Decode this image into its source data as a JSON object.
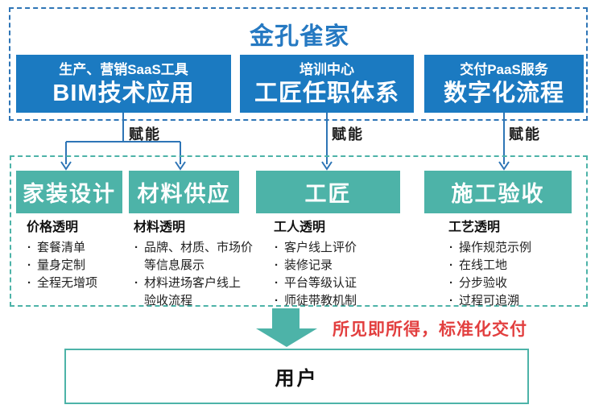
{
  "title": "金孔雀家",
  "colors": {
    "blue_box": "#1b7ac1",
    "title_blue": "#2579c2",
    "connector_blue": "#2e75b6",
    "teal": "#4db3a8",
    "delivery_red": "#e23f3f"
  },
  "platform": {
    "boxes": [
      {
        "subtitle": "生产、营销SaaS工具",
        "name": "BIM技术应用"
      },
      {
        "subtitle": "培训中心",
        "name": "工匠任职体系"
      },
      {
        "subtitle": "交付PaaS服务",
        "name": "数字化流程"
      }
    ]
  },
  "connectors": {
    "labels": [
      "赋能",
      "赋能",
      "赋能"
    ]
  },
  "service_layer": {
    "columns": [
      {
        "box_label": "家装设计",
        "list_title": "价格透明",
        "items": [
          "套餐清单",
          "量身定制",
          "全程无增项"
        ]
      },
      {
        "box_label": "材料供应",
        "list_title": "材料透明",
        "items": [
          "品牌、材质、市场价\n等信息展示",
          "材料进场客户线上\n验收流程"
        ]
      },
      {
        "box_label": "工匠",
        "list_title": "工人透明",
        "items": [
          "客户线上评价",
          "装修记录",
          "平台等级认证",
          "师徒带教机制"
        ]
      },
      {
        "box_label": "施工验收",
        "list_title": "工艺透明",
        "items": [
          "操作规范示例",
          "在线工地",
          "分步验收",
          "过程可追溯"
        ]
      }
    ]
  },
  "delivery_note": "所见即所得，标准化交付",
  "user_box": "用户"
}
